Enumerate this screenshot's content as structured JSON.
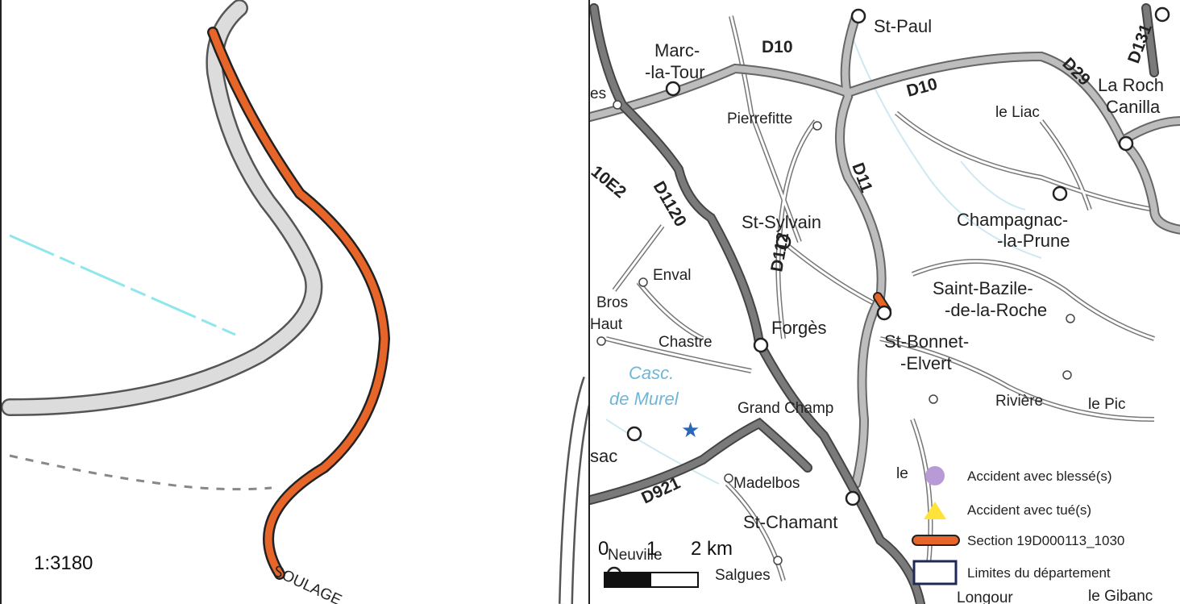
{
  "left_map": {
    "scale_text": "1:3180",
    "road_label": "SOULAGE"
  },
  "right_map": {
    "places": {
      "st_paul": "St-Paul",
      "marc_la_tour_1": "Marc-",
      "marc_la_tour_2": "-la-Tour",
      "la_roche_1": "La Roch",
      "la_roche_2": "Canilla",
      "pierrefitte": "Pierrefitte",
      "le_liac": "le Liac",
      "st_sylvain": "St-Sylvain",
      "champagnac_1": "Champagnac-",
      "champagnac_2": "-la-Prune",
      "enval": "Enval",
      "bros": "Bros",
      "haut": "Haut",
      "saint_bazile_1": "Saint-Bazile-",
      "saint_bazile_2": "-de-la-Roche",
      "chastre": "Chastre",
      "forges": "Forgès",
      "st_bonnet_1": "St-Bonnet-",
      "st_bonnet_2": "-Elvert",
      "grand_champ": "Grand Champ",
      "riviere": "Rivière",
      "le_pic": "le Pic",
      "sac": "sac",
      "madelbos": "Madelbos",
      "st_chamant": "St-Chamant",
      "neuville": "Neuville",
      "salgues": "Salgues",
      "longour": "Longour",
      "es": "es",
      "le": "le",
      "le_gibanc": "le Gibanc"
    },
    "roads": {
      "d10_a": "D10",
      "d10_b": "D10",
      "d29": "D29",
      "d131": "D131",
      "d11": "D11",
      "d10e2": "10E2",
      "d1120": "D1120",
      "d112": "D112",
      "d921": "D921"
    },
    "water": {
      "casc_1": "Casc.",
      "casc_2": "de Murel"
    },
    "scale_bar": {
      "zero": "0",
      "one": "1",
      "two": "2 km"
    },
    "legend": {
      "items": [
        {
          "label": "Accident avec blessé(s)",
          "color": "#b89bd6",
          "symbol": "circle"
        },
        {
          "label": "Accident avec tué(s)",
          "color": "#ffe33a",
          "symbol": "triangle"
        },
        {
          "label": "Section 19D000113_1030",
          "color": "#e8652a",
          "symbol": "line"
        },
        {
          "label": "Limites du département",
          "color": "#1e2a55",
          "symbol": "box"
        }
      ]
    }
  },
  "colors": {
    "section_orange": "#e8652a",
    "road_gray": "#b9b9b9",
    "water_cyan": "#8fe6ec"
  }
}
